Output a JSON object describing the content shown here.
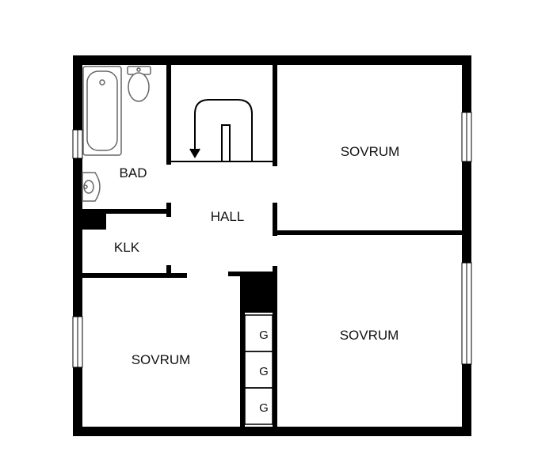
{
  "rooms": {
    "bad": "BAD",
    "hall": "HALL",
    "klk": "KLK",
    "sovrum_top_right": "SOVRUM",
    "sovrum_bottom_right": "SOVRUM",
    "sovrum_bottom_left": "SOVRUM"
  },
  "wardrobes": [
    "G",
    "G",
    "G"
  ],
  "colors": {
    "wall": "#000000",
    "fixture_stroke": "#444444",
    "background": "#ffffff"
  },
  "icons": [
    "bathtub-icon",
    "toilet-icon",
    "sink-icon",
    "stairs-icon",
    "window-icon"
  ]
}
